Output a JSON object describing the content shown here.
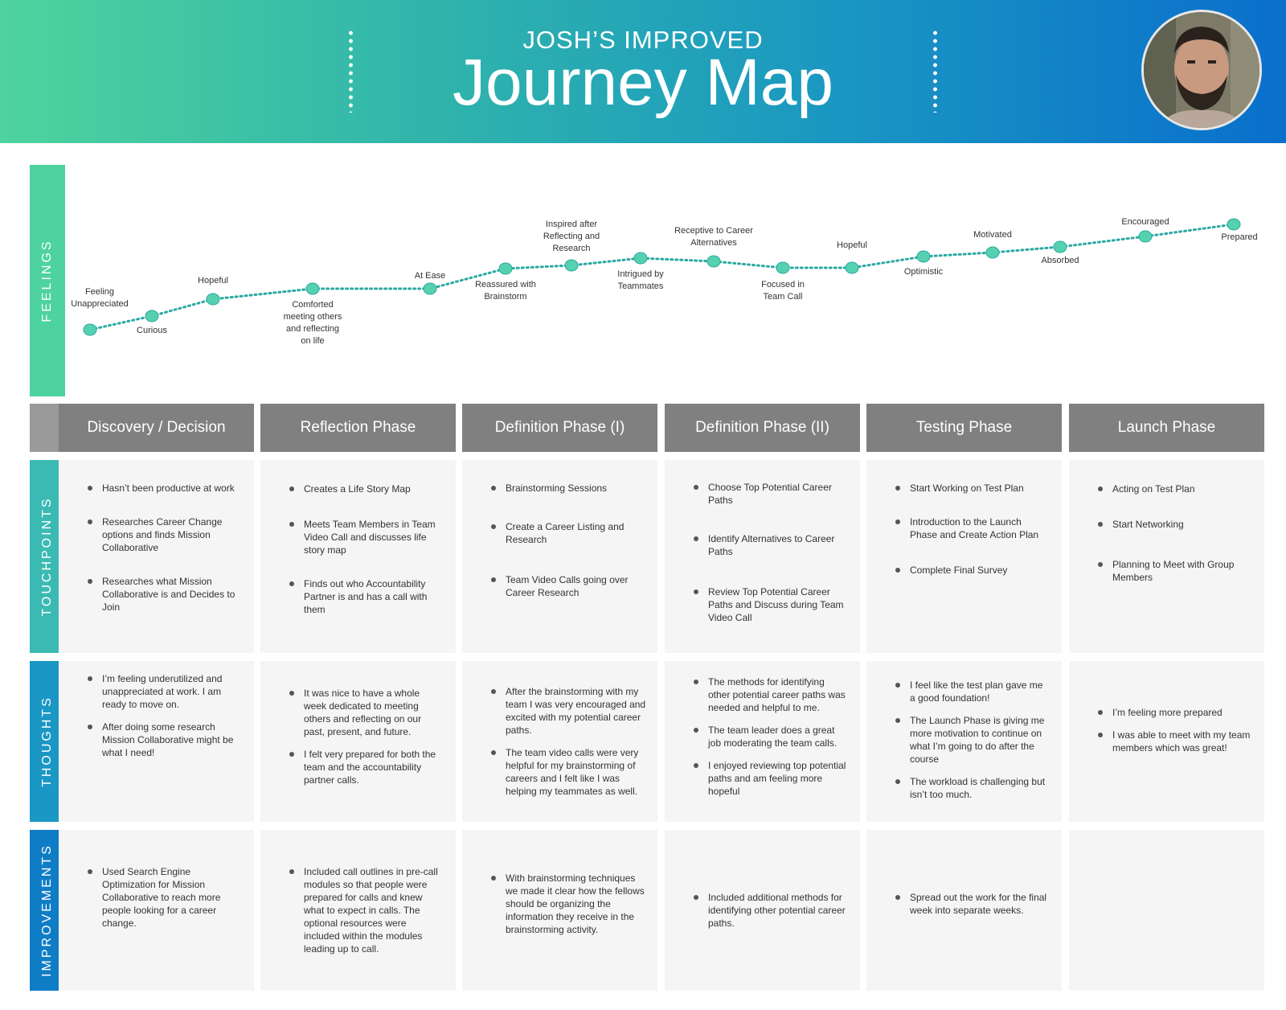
{
  "header": {
    "subtitle": "JOSH’S IMPROVED",
    "title": "Journey Map"
  },
  "rows": {
    "feelings": "FEELINGS",
    "touchpoints": "TOUCHPOINTS",
    "thoughts": "THOUGHTS",
    "improvements": "IMPROVEMENTS"
  },
  "colors": {
    "feelings": "#4ed39e",
    "touchpoints": "#3bbab4",
    "thoughts": "#1a97c4",
    "improvements": "#0f7dc6",
    "line": "#2aa9a2",
    "node": "#56d1b0"
  },
  "feelings": [
    {
      "label": "Feeling\nUnappreciated"
    },
    {
      "label": "Curious"
    },
    {
      "label": "Hopeful"
    },
    {
      "label": "Comforted\nmeeting others\nand reflecting\non life"
    },
    {
      "label": "At Ease"
    },
    {
      "label": "Reassured with\nBrainstorm"
    },
    {
      "label": "Inspired after\nReflecting and\nResearch"
    },
    {
      "label": "Intrigued by\nTeammates"
    },
    {
      "label": "Receptive to Career\nAlternatives"
    },
    {
      "label": "Focused in\nTeam Call"
    },
    {
      "label": "Hopeful"
    },
    {
      "label": "Optimistic"
    },
    {
      "label": "Motivated"
    },
    {
      "label": "Absorbed"
    },
    {
      "label": "Encouraged"
    },
    {
      "label": "Prepared"
    }
  ],
  "phases": [
    "Discovery / Decision",
    "Reflection Phase",
    "Definition Phase (I)",
    "Definition Phase (II)",
    "Testing Phase",
    "Launch Phase"
  ],
  "touchpoints": [
    [
      "Hasn’t been productive at work",
      "Researches Career Change options and finds Mission Collaborative",
      "Researches what Mission Collaborative is and Decides to Join"
    ],
    [
      "Creates a Life Story Map",
      "Meets Team Members in Team Video Call and discusses life story map",
      "Finds out who Accountability Partner is and has a call with them"
    ],
    [
      "Brainstorming Sessions",
      "Create a Career Listing and Research",
      "Team Video Calls going over Career Research"
    ],
    [
      "Choose Top Potential Career Paths",
      "Identify Alternatives to Career Paths",
      "Review Top Potential Career Paths and Discuss during Team Video Call"
    ],
    [
      "Start Working on Test Plan",
      "Introduction to the Launch Phase and Create Action Plan",
      "Complete Final Survey"
    ],
    [
      "Acting on Test Plan",
      "Start Networking",
      "Planning to Meet with Group Members"
    ]
  ],
  "thoughts": [
    [
      "I’m feeling underutilized and unappreciated at work. I am ready to move on.",
      "After doing some research Mission Collaborative might be what I need!"
    ],
    [
      "It was nice to have a whole week dedicated to meeting others and reflecting on our past, present, and future.",
      "I felt very prepared for both the team and the accountability partner calls."
    ],
    [
      "After the brainstorming with my team I was very encouraged and excited with my potential career paths.",
      "The team video calls were very helpful for my brainstorming of careers and I felt like I was helping my teammates as well."
    ],
    [
      "The methods for identifying other potential career paths was needed and helpful to me.",
      "The team leader does a great job moderating the team calls.",
      "I enjoyed reviewing top potential paths and am feeling more hopeful"
    ],
    [
      "I feel like the test plan gave me a good foundation!",
      "The Launch Phase is giving me more motivation to continue on what I’m going to do after the course",
      "The workload is challenging but isn’t too much."
    ],
    [
      "I’m feeling more prepared",
      "I was able to meet with my team members which was great!"
    ]
  ],
  "improvements": [
    [
      "Used Search Engine Optimization  for Mission Collaborative to reach more people looking for a career change."
    ],
    [
      "Included call outlines in pre-call modules so that people were prepared for calls and knew what to expect in calls.  The optional resources were included within the modules leading up to call."
    ],
    [
      "With brainstorming techniques we made it clear how the fellows should be organizing the information they receive in the brainstorming activity."
    ],
    [
      "Included additional methods for identifying other potential career paths."
    ],
    [
      "Spread out the work for the final week into separate weeks."
    ],
    []
  ]
}
